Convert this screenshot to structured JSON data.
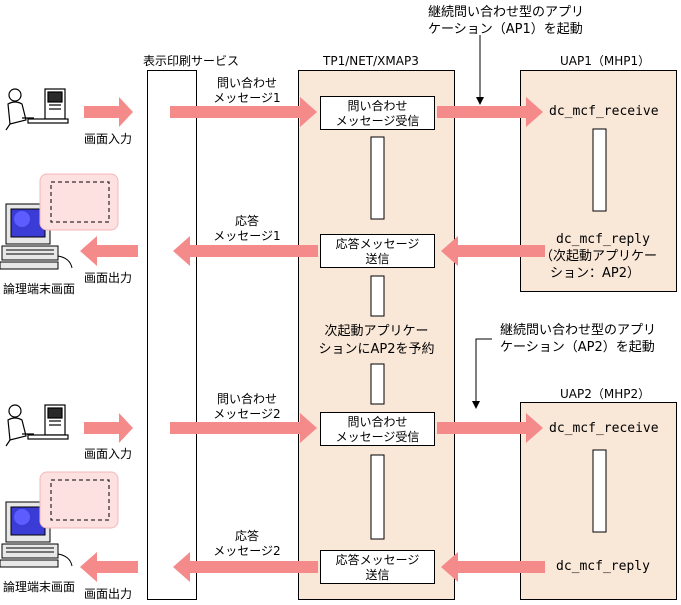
{
  "colors": {
    "arrow": "#f58a8a",
    "panel_fill": "#f9e7d8",
    "screen_fill": "#fde0e0"
  },
  "header_annotation": {
    "line1": "継続問い合わせ型のアプリ",
    "line2": "ケーション（AP1）を起動"
  },
  "columns": {
    "print_service": "表示印刷サービス",
    "tp1": "TP1/NET/XMAP3",
    "uap1": "UAP1（MHP1）",
    "uap2": "UAP2（MHP2）"
  },
  "terminal": {
    "screen_input": "画面入力",
    "screen_output": "画面出力",
    "logical_screen": "論理端末画面"
  },
  "messages": {
    "inquiry1_line1": "問い合わせ",
    "inquiry1_line2": "メッセージ1",
    "response1_line1": "応答",
    "response1_line2": "メッセージ1",
    "inquiry2_line1": "問い合わせ",
    "inquiry2_line2": "メッセージ2",
    "response2_line1": "応答",
    "response2_line2": "メッセージ2"
  },
  "tp1_boxes": {
    "receive1_line1": "問い合わせ",
    "receive1_line2": "メッセージ受信",
    "send1_line1": "応答メッセージ",
    "send1_line2": "送信",
    "receive2_line1": "問い合わせ",
    "receive2_line2": "メッセージ受信",
    "send2_line1": "応答メッセージ",
    "send2_line2": "送信"
  },
  "reserve_note": {
    "line1": "次起動アプリケー",
    "line2": "ションにAP2を予約"
  },
  "mid_annotation": {
    "line1": "継続問い合わせ型のアプリ",
    "line2": "ケーション（AP2）を起動"
  },
  "uap1": {
    "receive": "dc_mcf_receive",
    "reply": "dc_mcf_reply",
    "next_line1": "（次起動アプリケー",
    "next_line2": "ション：AP2）"
  },
  "uap2": {
    "receive": "dc_mcf_receive",
    "reply": "dc_mcf_reply"
  }
}
